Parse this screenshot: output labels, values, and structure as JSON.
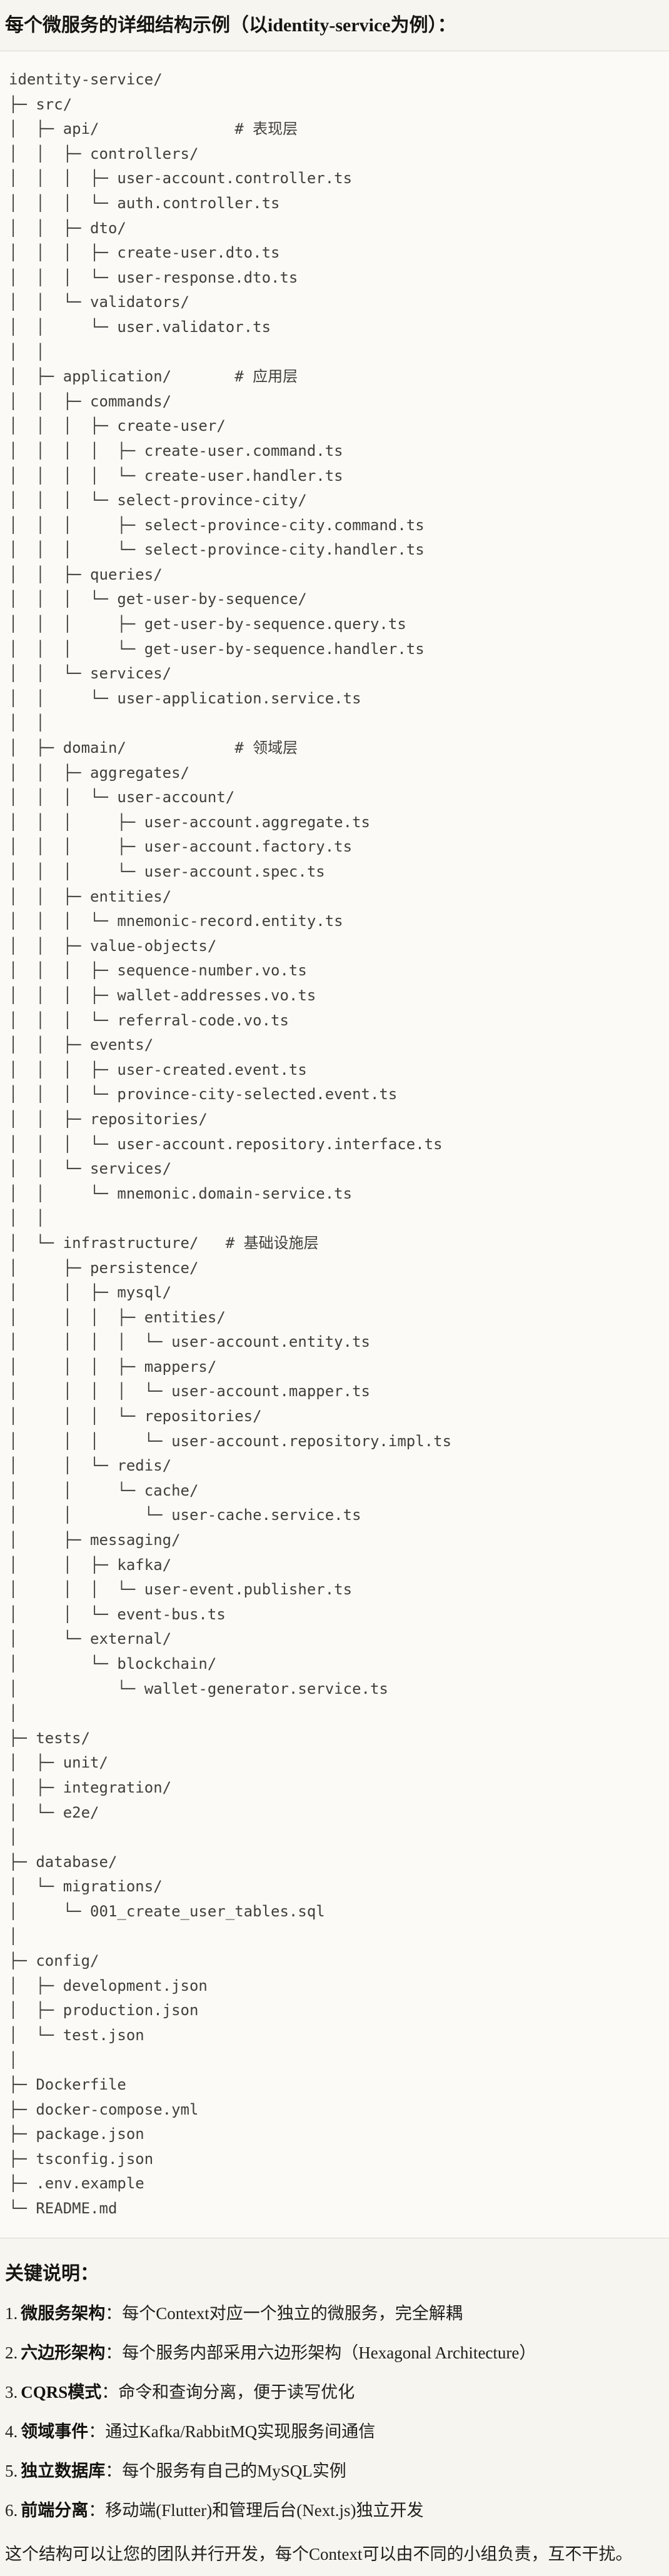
{
  "page": {
    "title": "每个微服务的详细结构示例（以identity-service为例）：",
    "colors": {
      "background": "#f7f5ef",
      "code_background": "#fbfaf7",
      "border": "#ddd8cf",
      "text": "#1c1b18",
      "tree_text": "#403f3b"
    }
  },
  "code_block": {
    "language": "plaintext",
    "lines": [
      "identity-service/",
      "├─ src/",
      "│  ├─ api/               # 表现层",
      "│  │  ├─ controllers/",
      "│  │  │  ├─ user-account.controller.ts",
      "│  │  │  └─ auth.controller.ts",
      "│  │  ├─ dto/",
      "│  │  │  ├─ create-user.dto.ts",
      "│  │  │  └─ user-response.dto.ts",
      "│  │  └─ validators/",
      "│  │     └─ user.validator.ts",
      "│  │",
      "│  ├─ application/       # 应用层",
      "│  │  ├─ commands/",
      "│  │  │  ├─ create-user/",
      "│  │  │  │  ├─ create-user.command.ts",
      "│  │  │  │  └─ create-user.handler.ts",
      "│  │  │  └─ select-province-city/",
      "│  │  │     ├─ select-province-city.command.ts",
      "│  │  │     └─ select-province-city.handler.ts",
      "│  │  ├─ queries/",
      "│  │  │  └─ get-user-by-sequence/",
      "│  │  │     ├─ get-user-by-sequence.query.ts",
      "│  │  │     └─ get-user-by-sequence.handler.ts",
      "│  │  └─ services/",
      "│  │     └─ user-application.service.ts",
      "│  │",
      "│  ├─ domain/            # 领域层",
      "│  │  ├─ aggregates/",
      "│  │  │  └─ user-account/",
      "│  │  │     ├─ user-account.aggregate.ts",
      "│  │  │     ├─ user-account.factory.ts",
      "│  │  │     └─ user-account.spec.ts",
      "│  │  ├─ entities/",
      "│  │  │  └─ mnemonic-record.entity.ts",
      "│  │  ├─ value-objects/",
      "│  │  │  ├─ sequence-number.vo.ts",
      "│  │  │  ├─ wallet-addresses.vo.ts",
      "│  │  │  └─ referral-code.vo.ts",
      "│  │  ├─ events/",
      "│  │  │  ├─ user-created.event.ts",
      "│  │  │  └─ province-city-selected.event.ts",
      "│  │  ├─ repositories/",
      "│  │  │  └─ user-account.repository.interface.ts",
      "│  │  └─ services/",
      "│  │     └─ mnemonic.domain-service.ts",
      "│  │",
      "│  └─ infrastructure/   # 基础设施层",
      "│     ├─ persistence/",
      "│     │  ├─ mysql/",
      "│     │  │  ├─ entities/",
      "│     │  │  │  └─ user-account.entity.ts",
      "│     │  │  ├─ mappers/",
      "│     │  │  │  └─ user-account.mapper.ts",
      "│     │  │  └─ repositories/",
      "│     │  │     └─ user-account.repository.impl.ts",
      "│     │  └─ redis/",
      "│     │     └─ cache/",
      "│     │        └─ user-cache.service.ts",
      "│     ├─ messaging/",
      "│     │  ├─ kafka/",
      "│     │  │  └─ user-event.publisher.ts",
      "│     │  └─ event-bus.ts",
      "│     └─ external/",
      "│        └─ blockchain/",
      "│           └─ wallet-generator.service.ts",
      "│",
      "├─ tests/",
      "│  ├─ unit/",
      "│  ├─ integration/",
      "│  └─ e2e/",
      "│",
      "├─ database/",
      "│  └─ migrations/",
      "│     └─ 001_create_user_tables.sql",
      "│",
      "├─ config/",
      "│  ├─ development.json",
      "│  ├─ production.json",
      "│  └─ test.json",
      "│",
      "├─ Dockerfile",
      "├─ docker-compose.yml",
      "├─ package.json",
      "├─ tsconfig.json",
      "├─ .env.example",
      "└─ README.md"
    ]
  },
  "notes": {
    "heading": "关键说明：",
    "items": [
      {
        "num": "1.",
        "label": "微服务架构",
        "text": "：每个Context对应一个独立的微服务，完全解耦"
      },
      {
        "num": "2.",
        "label": "六边形架构",
        "text": "：每个服务内部采用六边形架构（Hexagonal Architecture）"
      },
      {
        "num": "3.",
        "label": "CQRS模式",
        "text": "：命令和查询分离，便于读写优化"
      },
      {
        "num": "4.",
        "label": "领域事件",
        "text": "：通过Kafka/RabbitMQ实现服务间通信"
      },
      {
        "num": "5.",
        "label": "独立数据库",
        "text": "：每个服务有自己的MySQL实例"
      },
      {
        "num": "6.",
        "label": "前端分离",
        "text": "：移动端(Flutter)和管理后台(Next.js)独立开发"
      }
    ],
    "footer": "这个结构可以让您的团队并行开发，每个Context可以由不同的小组负责，互不干扰。"
  }
}
